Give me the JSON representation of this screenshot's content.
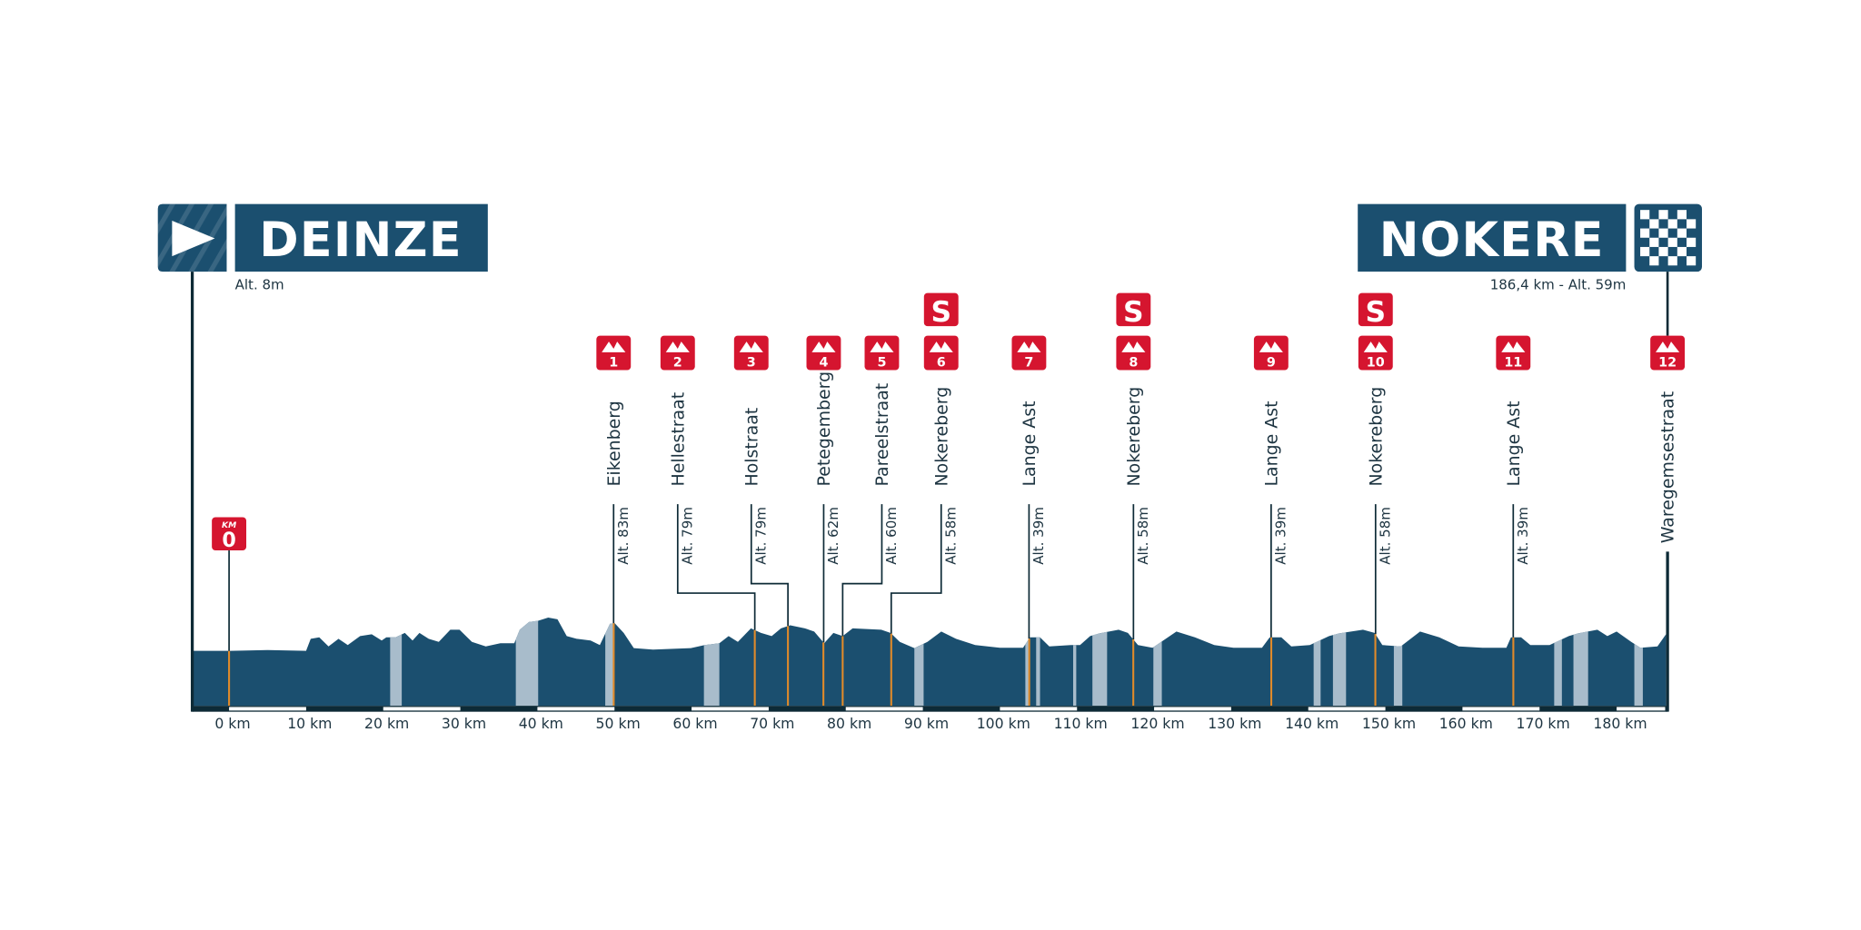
{
  "colors": {
    "profile": "#1b4f6f",
    "cobbles": "#a8bccb",
    "accent_red": "#d5152f",
    "climb_line": "#e08a2a",
    "ink": "#1d3441",
    "axis_dark": "#0d2a36"
  },
  "chart_data": {
    "type": "area",
    "title": "",
    "xlabel": "",
    "ylabel": "",
    "xlim": [
      -4.7,
      186.4
    ],
    "unit": "km",
    "x_ticks": [
      "0 km",
      "10 km",
      "20 km",
      "30 km",
      "40 km",
      "50 km",
      "60 km",
      "70 km",
      "80 km",
      "90 km",
      "100 km",
      "110 km",
      "120 km",
      "130 km",
      "140 km",
      "150 km",
      "160 km",
      "170 km",
      "180 km"
    ],
    "start": {
      "city": "DEINZE",
      "info": "Alt. 8m"
    },
    "finish": {
      "city": "NOKERE",
      "info": "186,4 km - Alt. 59m",
      "last_climb": "Waregemsestraat"
    },
    "km0": {
      "label_top": "KM",
      "label_num": "0",
      "km": 0
    },
    "sprint_label": "S",
    "climbs": [
      {
        "num": "1",
        "name": "Eikenberg",
        "alt": "Alt. 83m",
        "km": 49.9,
        "sprint": false
      },
      {
        "num": "2",
        "name": "Hellestraat",
        "alt": "Alt. 79m",
        "km": 68.2,
        "sprint": false
      },
      {
        "num": "3",
        "name": "Holstraat",
        "alt": "Alt. 79m",
        "km": 72.5,
        "sprint": false
      },
      {
        "num": "4",
        "name": "Petegemberg",
        "alt": "Alt. 62m",
        "km": 77.1,
        "sprint": false
      },
      {
        "num": "5",
        "name": "Pareelstraat",
        "alt": "Alt. 60m",
        "km": 79.6,
        "sprint": false
      },
      {
        "num": "6",
        "name": "Nokereberg",
        "alt": "Alt. 58m",
        "km": 85.9,
        "sprint": true
      },
      {
        "num": "7",
        "name": "Lange Ast",
        "alt": "Alt. 39m",
        "km": 103.8,
        "sprint": false
      },
      {
        "num": "8",
        "name": "Nokereberg",
        "alt": "Alt. 58m",
        "km": 117.3,
        "sprint": true
      },
      {
        "num": "9",
        "name": "Lange Ast",
        "alt": "Alt. 39m",
        "km": 135.2,
        "sprint": false
      },
      {
        "num": "10",
        "name": "Nokereberg",
        "alt": "Alt. 58m",
        "km": 148.7,
        "sprint": true
      },
      {
        "num": "11",
        "name": "Lange Ast",
        "alt": "Alt. 39m",
        "km": 166.6,
        "sprint": false
      },
      {
        "num": "12",
        "name": "Waregemsestraat",
        "alt": "",
        "km": 186.4,
        "sprint": false
      }
    ],
    "profile": [
      [
        -4.7,
        6
      ],
      [
        0,
        6
      ],
      [
        5,
        8
      ],
      [
        10,
        6
      ],
      [
        10.6,
        33
      ],
      [
        11.7,
        36
      ],
      [
        12.9,
        16
      ],
      [
        14.2,
        33
      ],
      [
        15.4,
        19
      ],
      [
        17,
        39
      ],
      [
        18.5,
        43
      ],
      [
        19.8,
        29
      ],
      [
        20.4,
        36
      ],
      [
        21.6,
        36
      ],
      [
        22.8,
        46
      ],
      [
        23.8,
        29
      ],
      [
        24.7,
        46
      ],
      [
        25.9,
        33
      ],
      [
        27.2,
        26
      ],
      [
        28.7,
        53
      ],
      [
        29.9,
        53
      ],
      [
        31.5,
        26
      ],
      [
        33.3,
        16
      ],
      [
        35.2,
        23
      ],
      [
        37,
        23
      ],
      [
        37.7,
        53
      ],
      [
        38.9,
        70
      ],
      [
        40.1,
        73
      ],
      [
        41.4,
        80
      ],
      [
        42.6,
        76
      ],
      [
        43.8,
        39
      ],
      [
        45.1,
        33
      ],
      [
        46.9,
        29
      ],
      [
        48.1,
        19
      ],
      [
        49.4,
        66
      ],
      [
        50,
        68
      ],
      [
        51.2,
        46
      ],
      [
        52.5,
        12
      ],
      [
        55,
        9
      ],
      [
        59.9,
        12
      ],
      [
        61.7,
        19
      ],
      [
        63.6,
        23
      ],
      [
        64.8,
        39
      ],
      [
        66,
        26
      ],
      [
        67.7,
        56
      ],
      [
        69,
        46
      ],
      [
        70.4,
        39
      ],
      [
        71.6,
        56
      ],
      [
        72.8,
        63
      ],
      [
        74.7,
        56
      ],
      [
        75.9,
        49
      ],
      [
        77.2,
        23
      ],
      [
        78.4,
        46
      ],
      [
        79.6,
        39
      ],
      [
        80.9,
        56
      ],
      [
        84.6,
        53
      ],
      [
        85.8,
        46
      ],
      [
        87,
        26
      ],
      [
        88.9,
        12
      ],
      [
        90.6,
        26
      ],
      [
        92.4,
        49
      ],
      [
        94.3,
        33
      ],
      [
        96.8,
        19
      ],
      [
        100,
        13
      ],
      [
        103,
        13
      ],
      [
        103.9,
        36
      ],
      [
        105.2,
        36
      ],
      [
        106.4,
        16
      ],
      [
        109.2,
        19
      ],
      [
        110.4,
        19
      ],
      [
        111.7,
        39
      ],
      [
        112.9,
        45
      ],
      [
        115.4,
        53
      ],
      [
        116.6,
        46
      ],
      [
        117.9,
        19
      ],
      [
        119.8,
        13
      ],
      [
        122.9,
        49
      ],
      [
        125.3,
        36
      ],
      [
        127.8,
        19
      ],
      [
        130.3,
        13
      ],
      [
        134,
        13
      ],
      [
        135,
        36
      ],
      [
        136.5,
        36
      ],
      [
        137.8,
        16
      ],
      [
        140.2,
        19
      ],
      [
        142.7,
        39
      ],
      [
        144,
        45
      ],
      [
        147.1,
        53
      ],
      [
        148.6,
        46
      ],
      [
        149.6,
        19
      ],
      [
        152,
        16
      ],
      [
        154.5,
        49
      ],
      [
        157,
        36
      ],
      [
        159.5,
        16
      ],
      [
        162.6,
        13
      ],
      [
        165.7,
        13
      ],
      [
        166.3,
        36
      ],
      [
        167.6,
        36
      ],
      [
        168.8,
        19
      ],
      [
        171.3,
        19
      ],
      [
        173.8,
        39
      ],
      [
        175,
        45
      ],
      [
        177.5,
        53
      ],
      [
        178.8,
        39
      ],
      [
        180,
        49
      ],
      [
        181.9,
        26
      ],
      [
        183.1,
        13
      ],
      [
        185.3,
        16
      ],
      [
        186.4,
        43
      ]
    ],
    "cobbled_sections_km": [
      [
        20.9,
        22.4
      ],
      [
        37.2,
        40.1
      ],
      [
        48.8,
        49.9
      ],
      [
        61.6,
        63.6
      ],
      [
        88.9,
        90.1
      ],
      [
        103.3,
        103.9
      ],
      [
        104.7,
        105.2
      ],
      [
        109.5,
        109.9
      ],
      [
        112,
        113.9
      ],
      [
        119.9,
        121
      ],
      [
        140.7,
        141.6
      ],
      [
        143.2,
        144.9
      ],
      [
        151.1,
        152.2
      ],
      [
        171.9,
        172.9
      ],
      [
        174.4,
        176.3
      ],
      [
        182.3,
        183.4
      ]
    ]
  }
}
